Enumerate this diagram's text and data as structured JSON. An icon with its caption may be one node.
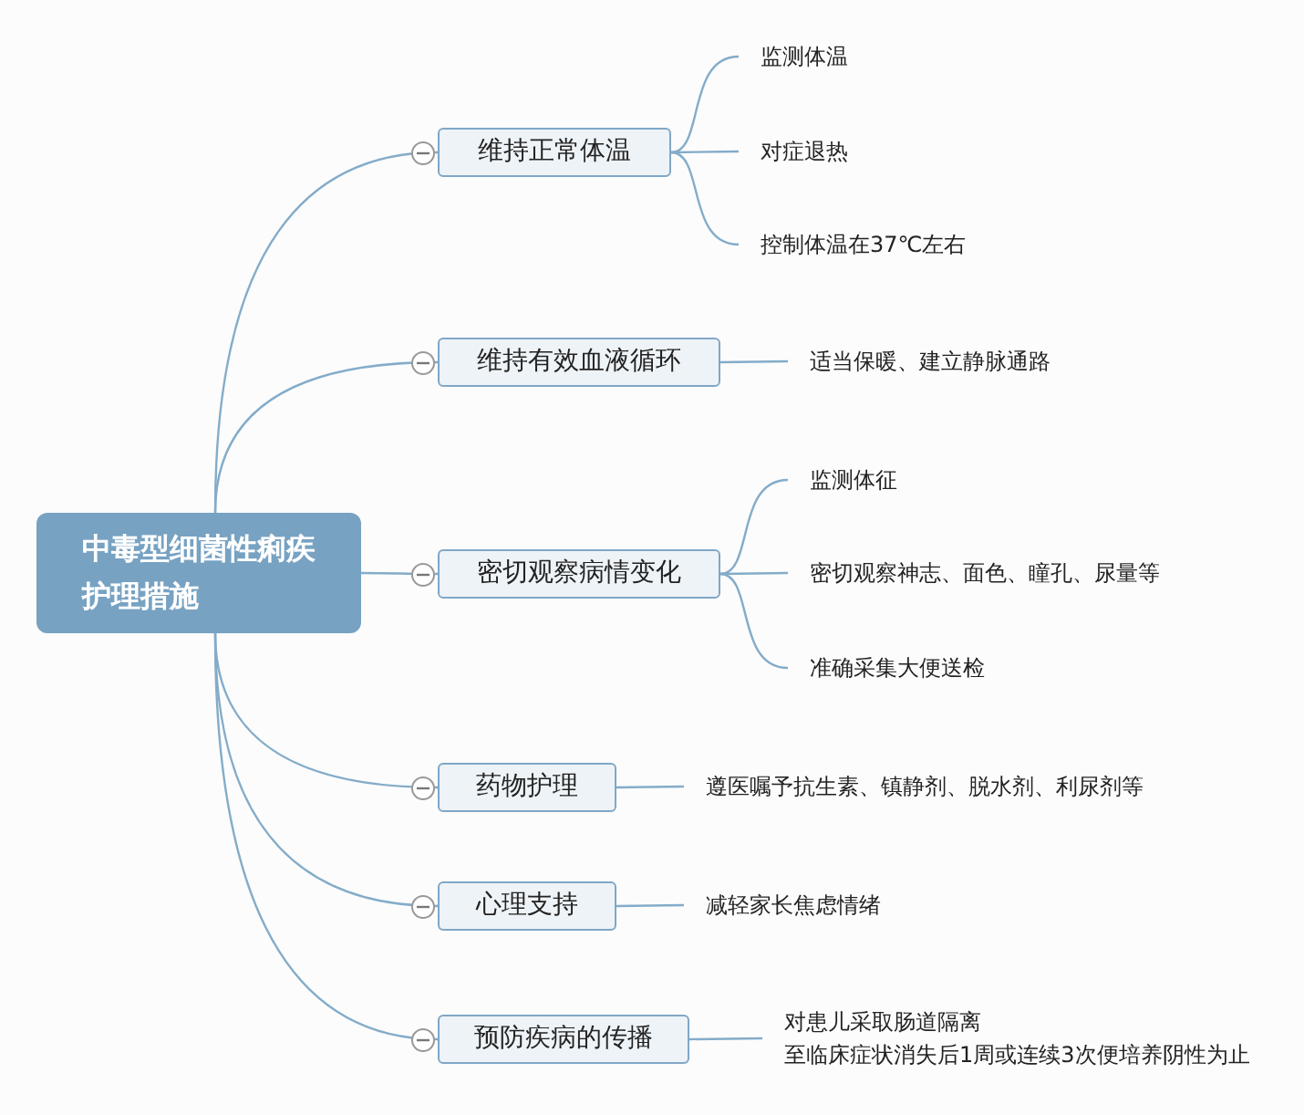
{
  "diagram": {
    "nodes": [
      {
        "text": [
          "中毒型细菌性痢疾护理措施"
        ]
      },
      {
        "text": [
          "维持正常体温"
        ]
      },
      {
        "text": [
          "监测体温"
        ]
      },
      {
        "text": [
          "对症退热"
        ]
      },
      {
        "text": [
          "控制体温在37℃左右"
        ]
      },
      {
        "text": [
          "维持有效血液循环"
        ]
      },
      {
        "text": [
          "适当保暖、建立静脉通路"
        ]
      },
      {
        "text": [
          "密切观察病情变化"
        ]
      },
      {
        "text": [
          "监测体征"
        ]
      },
      {
        "text": [
          "密切观察神志、面色、瞳孔、尿量等"
        ]
      },
      {
        "text": [
          "准确采集大便送检"
        ]
      },
      {
        "text": [
          "药物护理"
        ]
      },
      {
        "text": [
          "遵医嘱予抗生素、镇静剂、脱水剂、利尿剂等"
        ]
      },
      {
        "text": [
          "心理支持"
        ]
      },
      {
        "text": [
          "减轻家长焦虑情绪"
        ]
      },
      {
        "text": [
          "预防疾病的传播"
        ]
      },
      {
        "text": [
          "对患儿采取肠道隔离",
          "至临床症状消失后1周或连续3次便培养阴性为止"
        ]
      }
    ],
    "edges": [
      {
        "from": 0,
        "to": 1,
        "arrow": "none"
      },
      {
        "from": 1,
        "to": 2,
        "arrow": "none"
      },
      {
        "from": 1,
        "to": 3,
        "arrow": "none"
      },
      {
        "from": 1,
        "to": 4,
        "arrow": "none"
      },
      {
        "from": 0,
        "to": 5,
        "arrow": "none"
      },
      {
        "from": 5,
        "to": 6,
        "arrow": "none"
      },
      {
        "from": 0,
        "to": 7,
        "arrow": "none"
      },
      {
        "from": 7,
        "to": 8,
        "arrow": "none"
      },
      {
        "from": 7,
        "to": 9,
        "arrow": "none"
      },
      {
        "from": 7,
        "to": 10,
        "arrow": "none"
      },
      {
        "from": 0,
        "to": 11,
        "arrow": "none"
      },
      {
        "from": 11,
        "to": 12,
        "arrow": "none"
      },
      {
        "from": 0,
        "to": 13,
        "arrow": "none"
      },
      {
        "from": 13,
        "to": 14,
        "arrow": "none"
      },
      {
        "from": 0,
        "to": 15,
        "arrow": "none"
      },
      {
        "from": 15,
        "to": 16,
        "arrow": "none"
      }
    ]
  }
}
